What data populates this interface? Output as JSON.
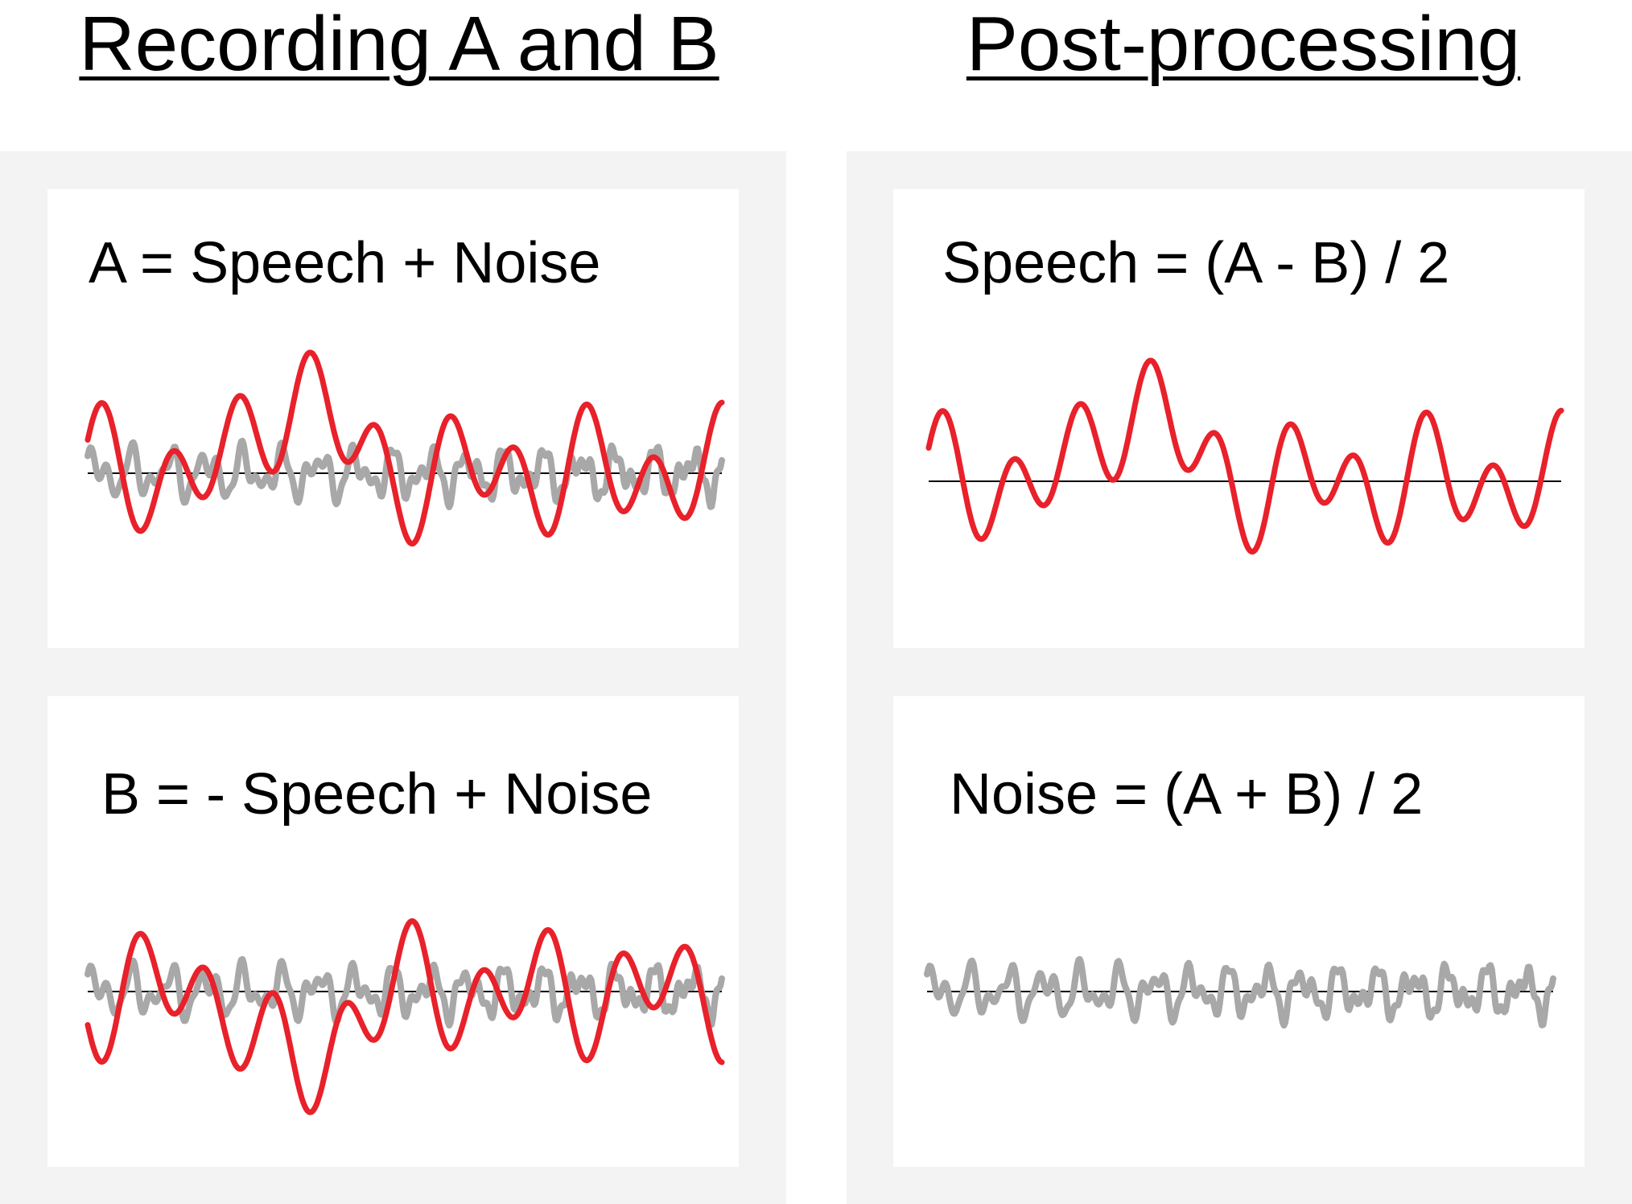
{
  "headings": {
    "left": "Recording A and B",
    "right": "Post-processing"
  },
  "panels": {
    "a": {
      "label": "A = Speech + Noise",
      "signals": [
        "noise",
        "speech"
      ]
    },
    "b": {
      "label": "B = - Speech + Noise",
      "signals": [
        "noise",
        "speech_inverted"
      ]
    },
    "speech": {
      "label": "Speech = (A - B) / 2",
      "signals": [
        "speech"
      ]
    },
    "noise": {
      "label": "Noise = (A + B) / 2",
      "signals": [
        "noise"
      ]
    }
  },
  "colors": {
    "speech": "#e8212a",
    "noise": "#a8a8a8",
    "baseline": "#000000",
    "column_background": "#f3f3f3",
    "panel_background": "#ffffff"
  }
}
